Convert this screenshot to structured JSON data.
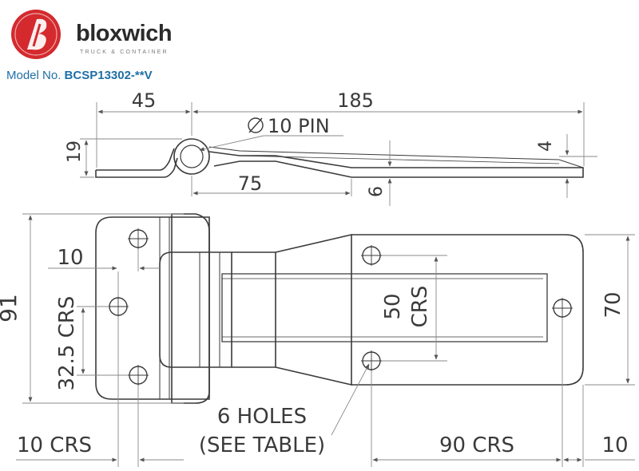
{
  "brand": {
    "name": "bloxwich",
    "tagline": "TRUCK & CONTAINER",
    "logo_color": "#d42a2e"
  },
  "model": {
    "label": "Model No.",
    "number": "BCSP13302-**V",
    "color": "#1f6fa6"
  },
  "side_view": {
    "dim_top_left": "45",
    "dim_top_right": "185",
    "pin_label": "10 PIN",
    "dim_height_left": "19",
    "dim_height_right": "4",
    "dim_offset": "75",
    "dim_step": "6"
  },
  "plan_view": {
    "dim_height_overall": "91",
    "dim_hole_offset": "10",
    "dim_hole_crs_left": "32.5 CRS",
    "dim_crs_50_a": "50",
    "dim_crs_50_b": "CRS",
    "dim_height_right": "70",
    "holes_line1": "6 HOLES",
    "holes_line2": "(SEE TABLE)",
    "dim_bottom_left": "10 CRS",
    "dim_bottom_mid": "90 CRS",
    "dim_bottom_right": "10"
  },
  "colors": {
    "line": "#3a3a3a",
    "dim": "#8a8a8a",
    "text": "#3a3a3a"
  }
}
